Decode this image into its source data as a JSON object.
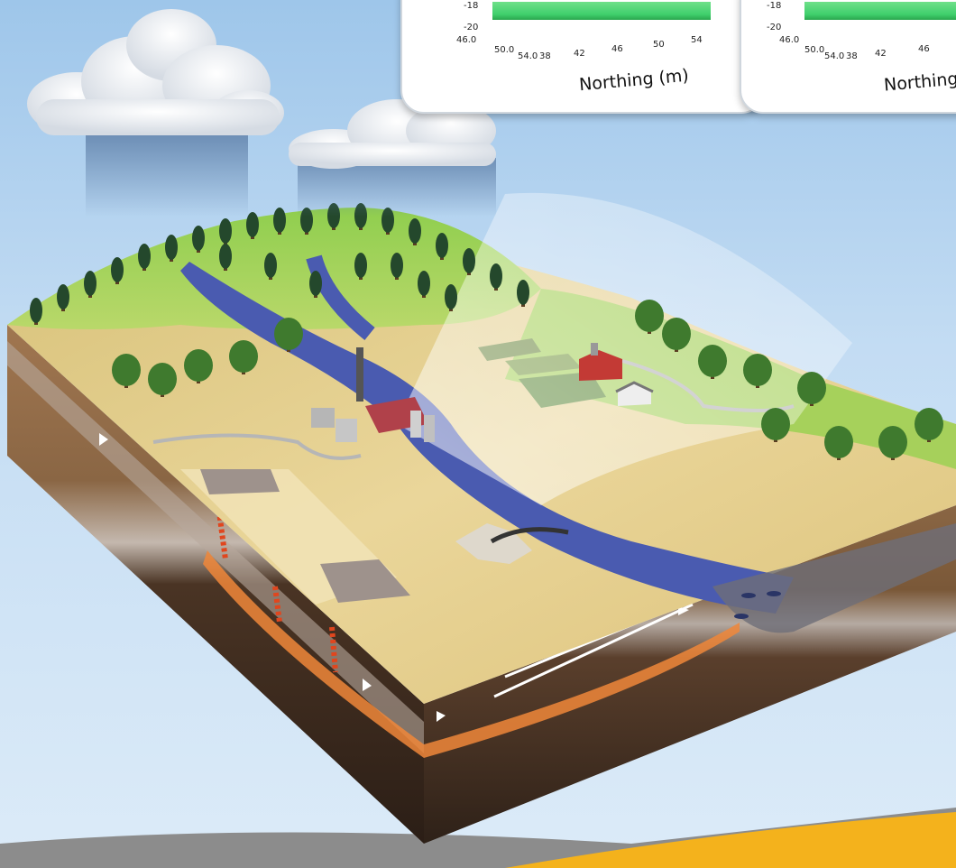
{
  "inset_plots": [
    {
      "y_ticks": [
        "-18",
        "-20"
      ],
      "x_ticks": [
        "46.0",
        "50.0",
        "54.0",
        "38",
        "42",
        "46",
        "50",
        "54"
      ],
      "x_label": "Northing (m)"
    },
    {
      "y_ticks": [
        "-18",
        "-20"
      ],
      "x_ticks": [
        "46.0",
        "50.0",
        "54.0",
        "38",
        "42",
        "46"
      ],
      "x_label": "Northing"
    }
  ],
  "colors": {
    "sky": "#bcd8f2",
    "grass": "#8fc64a",
    "field": "#e6d08a",
    "river": "#4a5bb0",
    "soil_dark": "#3a2a20",
    "soil_light": "#7d5a3c",
    "contaminant": "#f0873a",
    "plot_fill": "#4fd872",
    "accent_bottom": "#f4b21c"
  },
  "icons": [
    "cloud-icon",
    "rain-icon",
    "tree-icon",
    "factory-icon",
    "barn-icon",
    "house-icon",
    "fish-icon",
    "debris-icon"
  ]
}
